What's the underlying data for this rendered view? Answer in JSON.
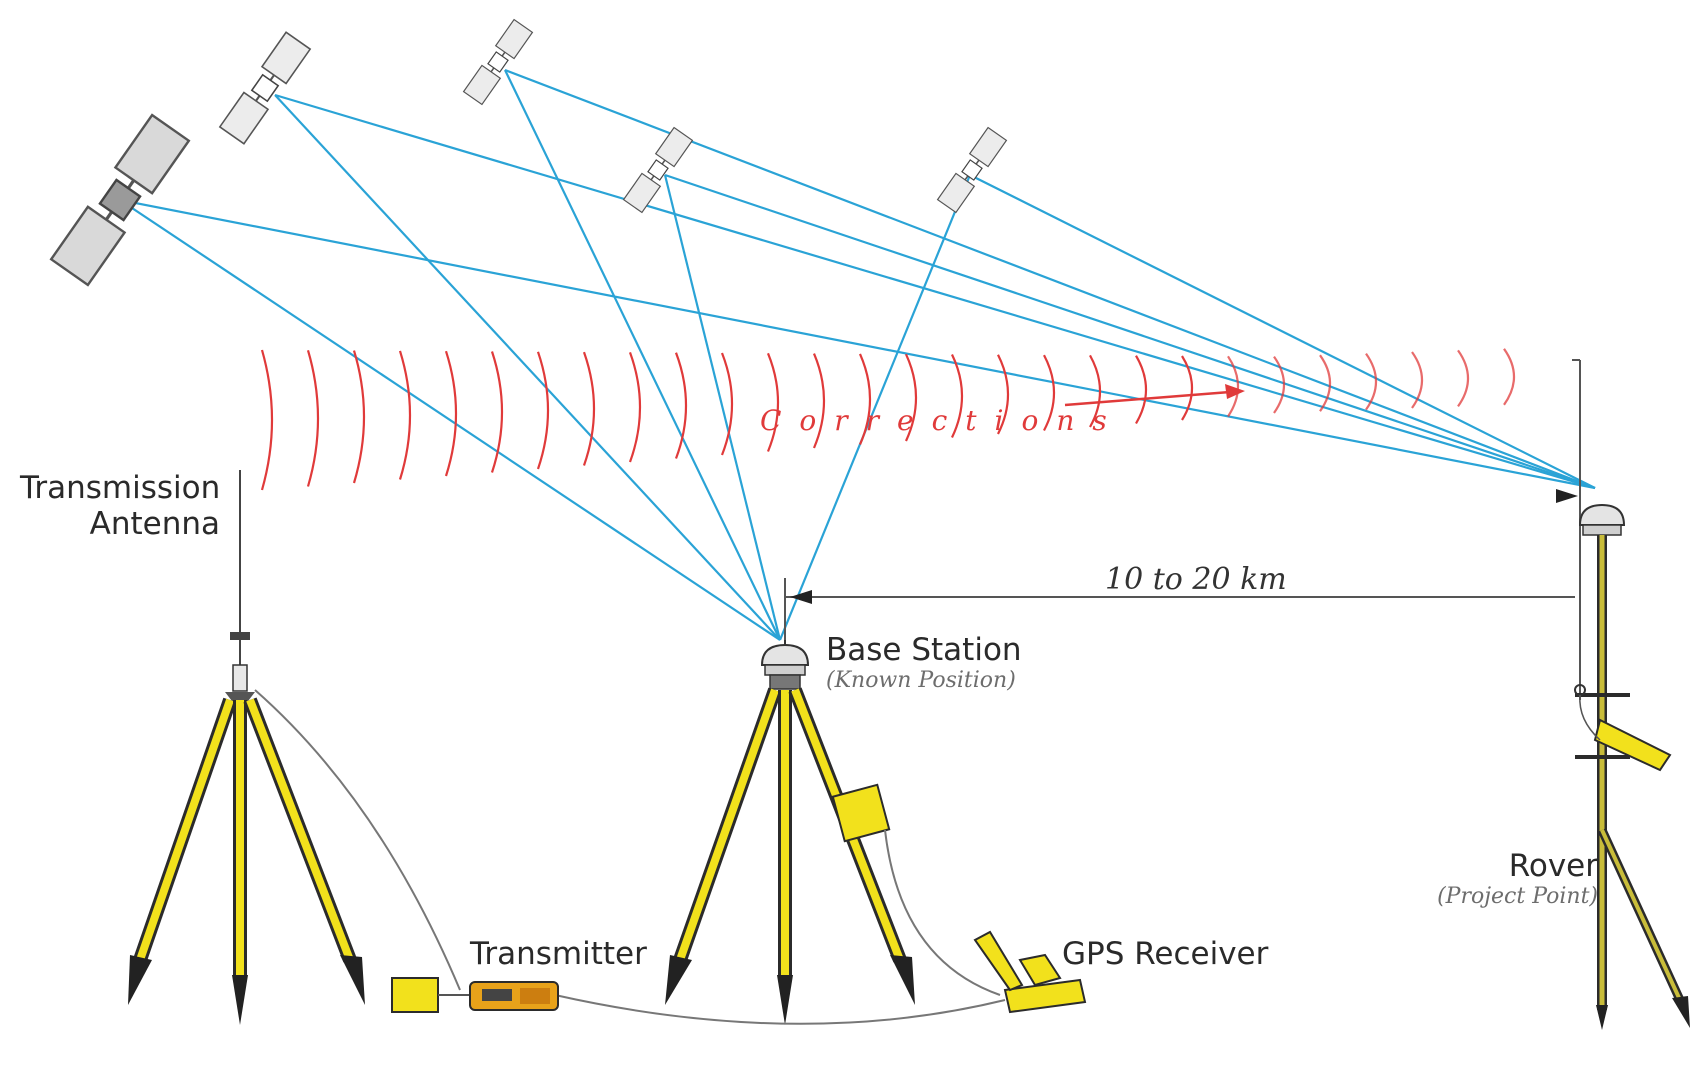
{
  "labels": {
    "transmission_antenna_line1": "Transmission",
    "transmission_antenna_line2": "Antenna",
    "base_station": "Base Station",
    "base_station_sub": "(Known Position)",
    "rover": "Rover",
    "rover_sub": "(Project Point)",
    "transmitter": "Transmitter",
    "gps_receiver": "GPS Receiver",
    "distance": "10 to 20 km",
    "corrections": "Corrections"
  },
  "colors": {
    "signal_line": "#2aa3d6",
    "radio_wave": "#e03a3a",
    "equipment_yellow": "#f2e11c",
    "equipment_outline": "#2b2b2b",
    "satellite_panel": "#d9d9d9"
  },
  "icons": {
    "satellite": "satellite-icon",
    "tripod": "tripod-icon",
    "antenna": "antenna-icon",
    "transmitter_device": "transmitter-icon",
    "receiver_device": "gps-receiver-icon",
    "rover_pole": "rover-pole-icon"
  }
}
